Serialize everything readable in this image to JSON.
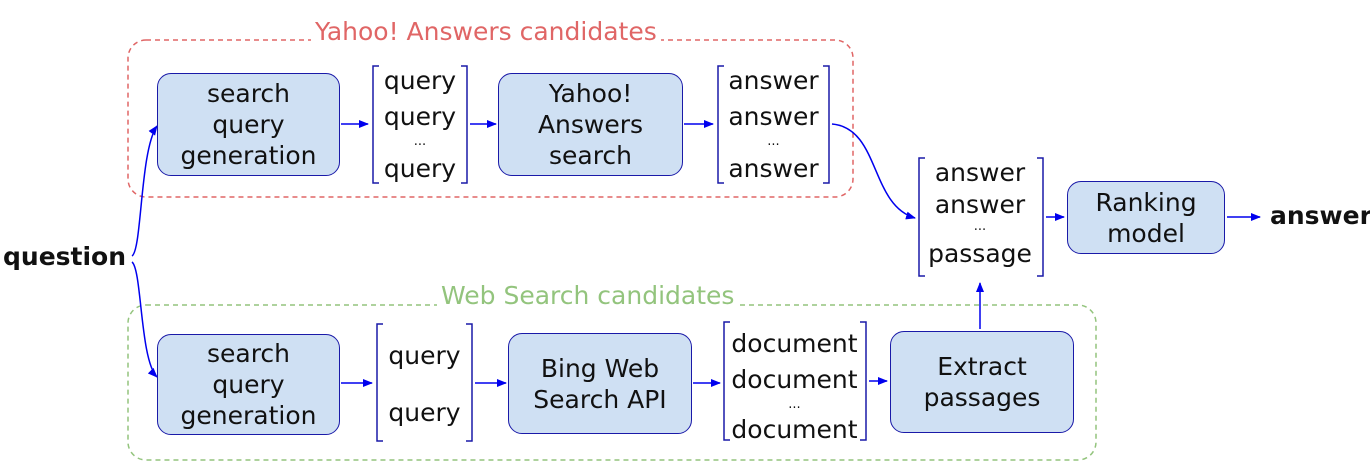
{
  "groups": {
    "yahoo_title": "Yahoo! Answers candidates",
    "web_title": "Web Search candidates"
  },
  "input_label": "question",
  "output_label": "answer",
  "yahoo": {
    "query_gen": [
      "search",
      "query",
      "generation"
    ],
    "queries": [
      "query",
      "query",
      "...",
      "query"
    ],
    "search": [
      "Yahoo!",
      "Answers",
      "search"
    ],
    "answers": [
      "answer",
      "answer",
      "...",
      "answer"
    ]
  },
  "web": {
    "query_gen": [
      "search",
      "query",
      "generation"
    ],
    "queries": [
      "query",
      "query"
    ],
    "search": [
      "Bing Web",
      "Search API"
    ],
    "documents": [
      "document",
      "document",
      "...",
      "document"
    ],
    "extract": [
      "Extract",
      "passages"
    ]
  },
  "merged": [
    "answer",
    "answer",
    "...",
    "passage"
  ],
  "ranking": [
    "Ranking",
    "model"
  ],
  "colors": {
    "yahoo_group": "#e06666",
    "web_group": "#93c47d",
    "box_fill": "#cfe0f3",
    "arrow": "#0000ee"
  }
}
